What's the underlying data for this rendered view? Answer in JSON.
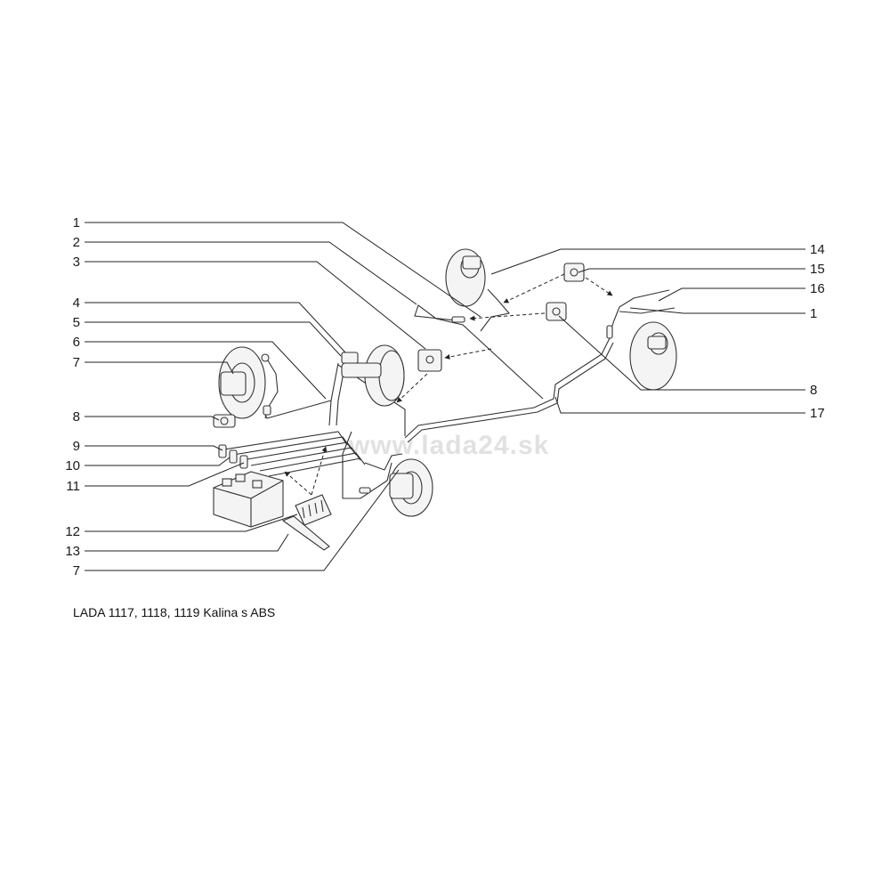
{
  "caption": "LADA 1117, 1118, 1119 Kalina s ABS",
  "watermark": "www.lada24.sk",
  "callouts": {
    "left": [
      "1",
      "2",
      "3",
      "4",
      "5",
      "6",
      "7",
      "8",
      "9",
      "10",
      "11",
      "12",
      "13",
      "7"
    ],
    "right": [
      "14",
      "15",
      "16",
      "1",
      "8",
      "17"
    ]
  }
}
